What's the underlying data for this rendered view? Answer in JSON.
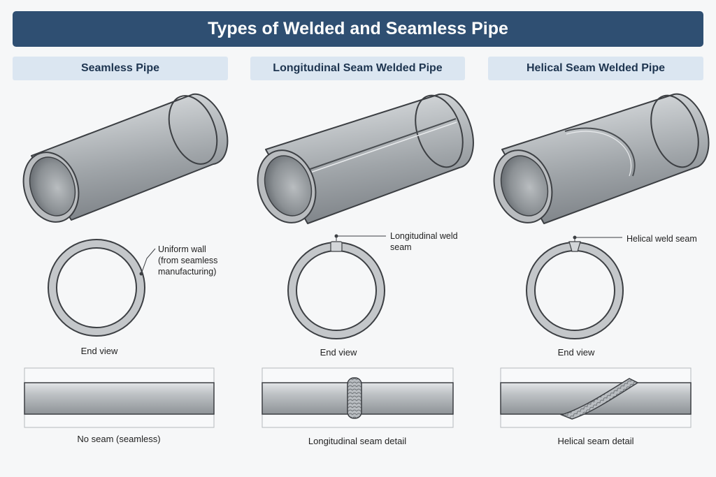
{
  "title": "Types of Welded and Seamless Pipe",
  "columns": [
    {
      "header": "Seamless Pipe",
      "callout_lines": [
        "Uniform wall",
        "(from seamless",
        "manufacturing)"
      ],
      "end_view_label": "End view",
      "detail_label": "No seam (seamless)"
    },
    {
      "header": "Longitudinal Seam Welded Pipe",
      "callout_lines": [
        "Longitudinal weld",
        "seam"
      ],
      "end_view_label": "End view",
      "detail_label": "Longitudinal seam detail"
    },
    {
      "header": "Helical Seam Welded Pipe",
      "callout_lines": [
        "Helical weld seam"
      ],
      "end_view_label": "End view",
      "detail_label": "Helical seam detail"
    }
  ],
  "colors": {
    "title_bg": "#2f4f72",
    "header_bg": "#dbe6f1",
    "pipe_steel": "#b4b8bc",
    "outline": "#3c3f43"
  }
}
